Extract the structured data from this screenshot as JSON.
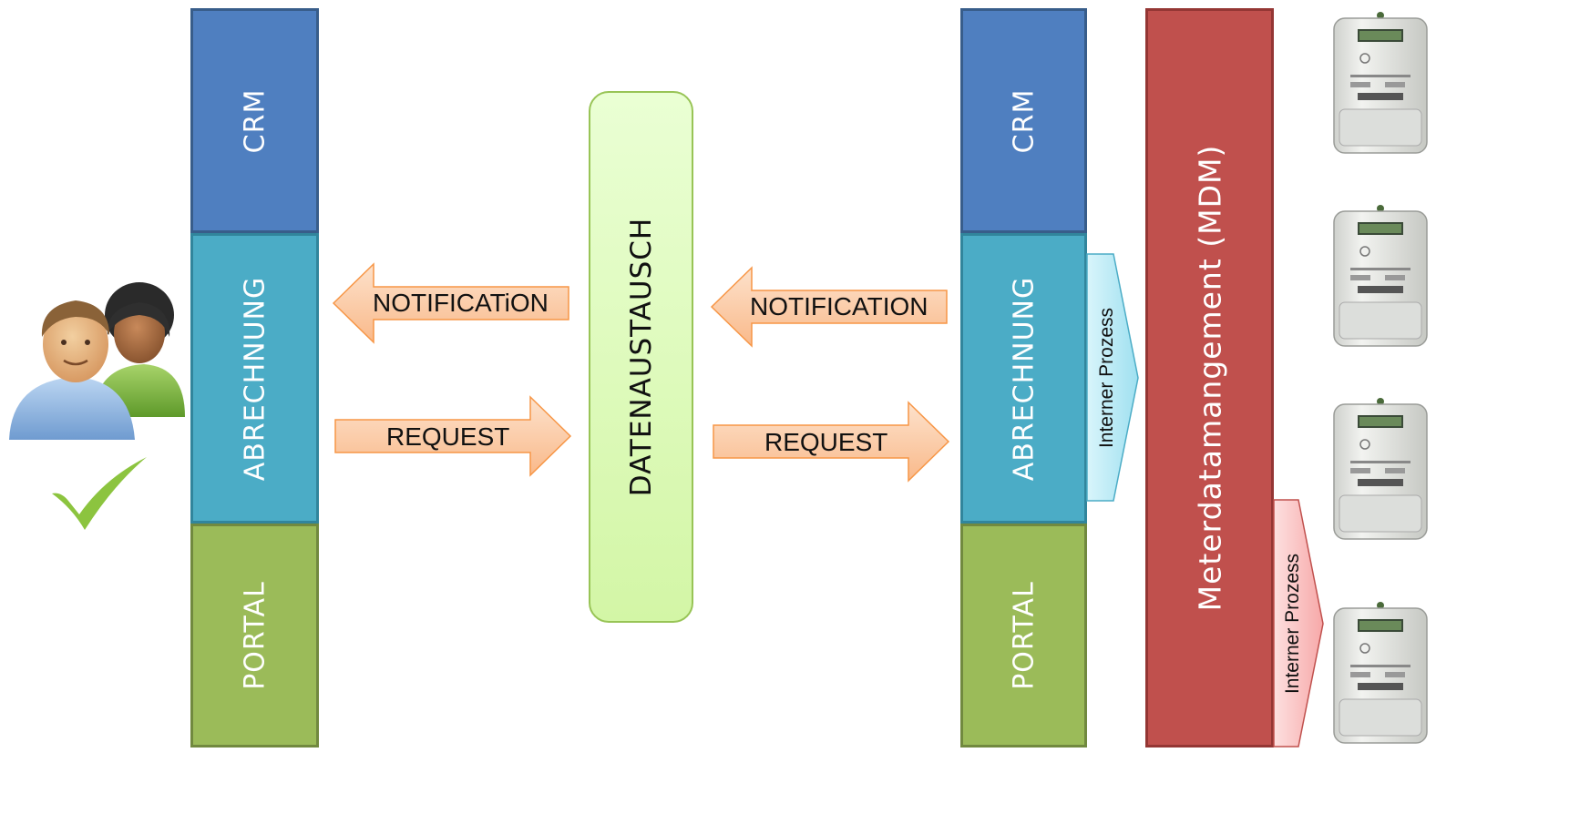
{
  "left_system": {
    "crm": "CRM",
    "billing": "ABRECHNUNG",
    "portal": "PORTAL"
  },
  "exchange": "DATENAUSTAUSCH",
  "left_arrows": {
    "notification": "NOTIFICATiON",
    "request": "REQUEST"
  },
  "right_arrows": {
    "notification": "NOTIFICATION",
    "request": "REQUEST"
  },
  "right_system": {
    "crm": "CRM",
    "billing": "ABRECHNUNG",
    "portal": "PORTAL"
  },
  "mdm": "Meterdatamangement (MDM)",
  "internal_process_1": "Interner Prozess",
  "internal_process_2": "Interner Prozess",
  "colors": {
    "crm": "#4f7fc0",
    "billing": "#4bacc6",
    "portal": "#9bbb59",
    "mdm": "#c0504d",
    "exchange": "#d3f6a6",
    "arrow": "#fcc9a2",
    "process_blue": "#b9ecf7",
    "process_red": "#f8b0b0"
  },
  "icons": [
    "users-icon",
    "checkmark-icon",
    "electricity-meter-icon"
  ]
}
